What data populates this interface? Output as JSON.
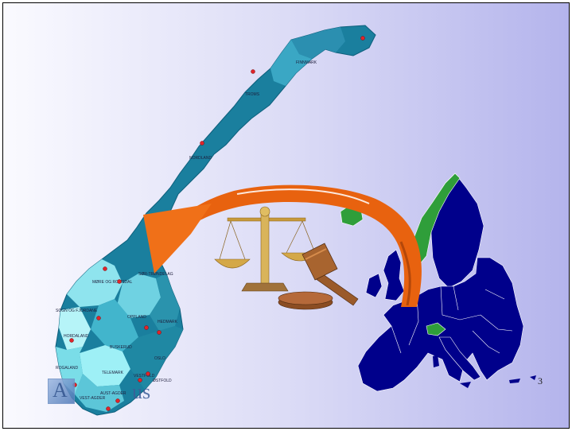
{
  "slide": {
    "number": "3",
    "colors": {
      "norway_dark": "#1a7f9e",
      "norway_light": "#8fe4ee",
      "eu_blue": "#00008b",
      "norway_on_eu": "#2f9e3a",
      "arrow_orange": "#e8620f",
      "scales_gold": "#c79a3a"
    }
  },
  "norway_map": {
    "labels": {
      "finnmark": "FINNMARK",
      "troms": "TROMS",
      "nordland": "NORDLAND",
      "trondelag": "SØR-TRØNDELAG",
      "more": "MØRE OG ROMSDAL",
      "sogn": "SOGN OG FJORDANE",
      "hordaland": "HORDALAND",
      "oppland": "OPPLAND",
      "hedmark": "HEDMARK",
      "buskerud": "BUSKERUD",
      "telemark": "TELEMARK",
      "oslo": "OSLO",
      "ostfold": "ØSTFOLD",
      "vestfold": "VESTFOLD",
      "rogaland": "ROGALAND",
      "aust_agder": "AUST-AGDER",
      "vest_agder": "VEST-AGDER"
    }
  },
  "logo": {
    "letter": "A",
    "text": "us"
  }
}
